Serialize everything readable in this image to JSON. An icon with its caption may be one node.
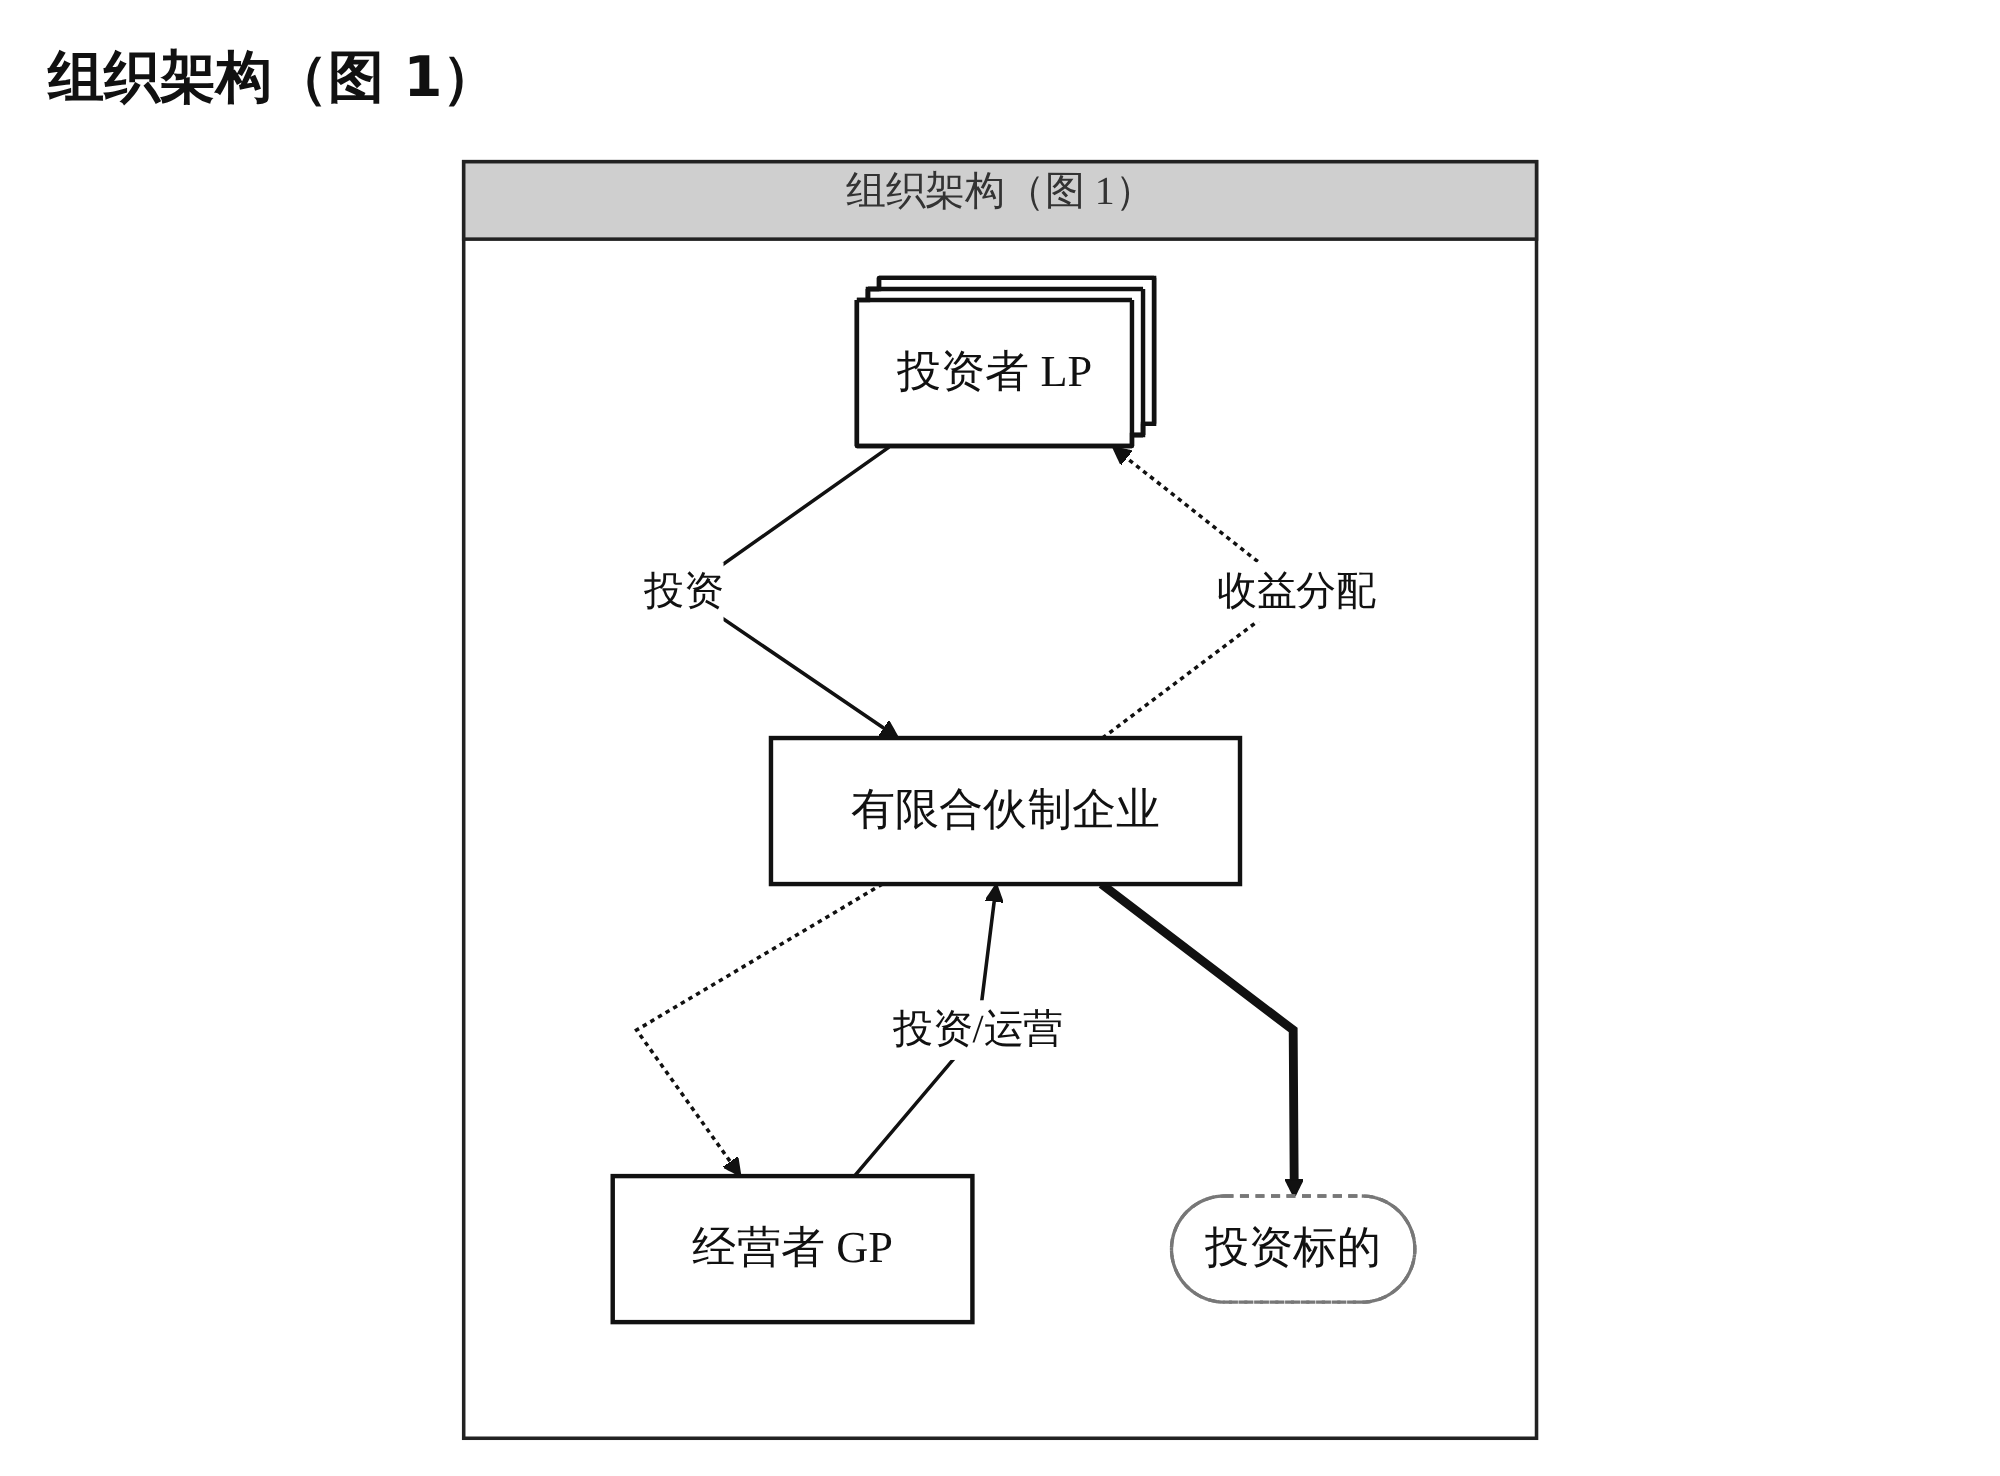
{
  "diagram": {
    "title": "组织架构（图 1）",
    "nodes": [
      {
        "text": [
          "组织架构（图 1）"
        ]
      },
      {
        "text": [
          "投资者 LP"
        ],
        "in": 0
      },
      {
        "text": [
          "经营者 GP"
        ],
        "in": 0
      },
      {
        "text": [
          "有限合伙制企业"
        ],
        "in": 0
      },
      {
        "text": [
          "投资标的"
        ],
        "in": 0
      }
    ],
    "edges": [
      {
        "from": 1,
        "to": 3,
        "arrow": "to",
        "label": "投资"
      },
      {
        "from": 2,
        "to": 3,
        "arrow": "to",
        "label": "投资/运营"
      },
      {
        "from": 3,
        "to": 1,
        "arrow": "to",
        "style": "dashed",
        "label": "收益分配"
      },
      {
        "from": 3,
        "to": 2,
        "arrow": "to",
        "style": "dashed"
      },
      {
        "from": 3,
        "to": 4,
        "arrow": "to",
        "style": "thick"
      }
    ]
  }
}
